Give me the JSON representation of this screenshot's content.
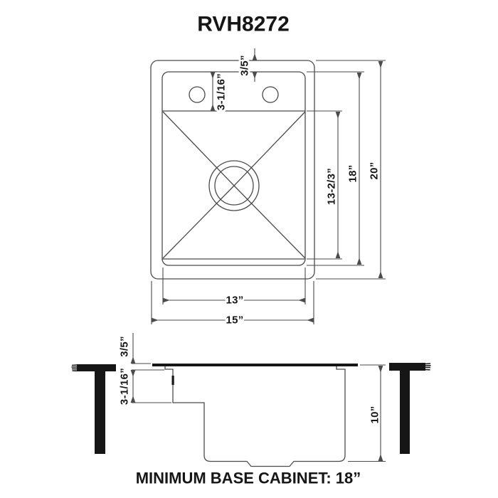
{
  "title": "RVH8272",
  "caption": "MINIMUM BASE CABINET: 18”",
  "top_view": {
    "flange_width": "3/5”",
    "deck_depth": "3-1/16”",
    "bowl_length": "13-2/3”",
    "inner_length": "18”",
    "overall_length": "20”",
    "bowl_width": "13”",
    "overall_width": "15”"
  },
  "side_view": {
    "rim_height": "3/5”",
    "ledge_depth": "3-1/16”",
    "bowl_depth": "10”"
  },
  "colors": {
    "line": "#4b4b4b",
    "ink": "#161616",
    "background": "#ffffff"
  }
}
